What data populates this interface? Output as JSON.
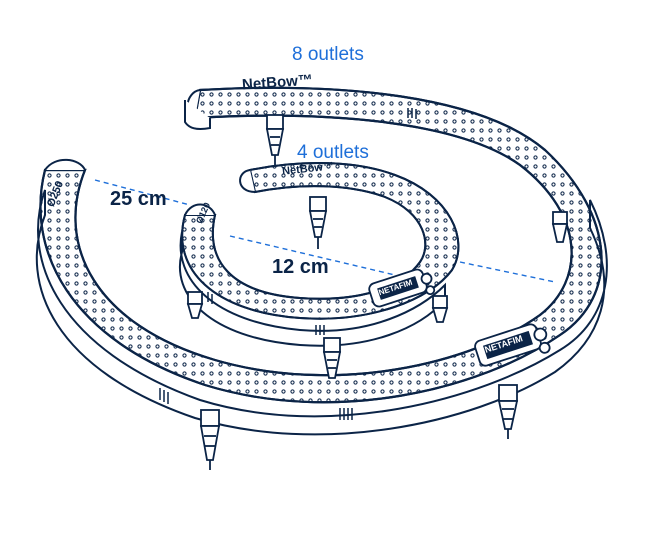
{
  "labels": {
    "outer_outlets": "8 outlets",
    "inner_outlets": "4 outlets",
    "outer_diameter": "25 cm",
    "inner_diameter": "12 cm"
  },
  "ring_text": {
    "outer_brand": "NetBow™",
    "inner_brand": "NetBow™",
    "outer_code": "Ø250",
    "inner_code": "Ø120",
    "outer_connector": "NETAFIM",
    "inner_connector": "NETAFIM"
  },
  "icons": [
    "outer-netbow-ring-icon",
    "inner-netbow-ring-icon",
    "stake-icon",
    "dripper-connector-icon"
  ],
  "colors": {
    "line": "#0b2447",
    "accent": "#1e6fd9",
    "fill": "#ffffff"
  }
}
